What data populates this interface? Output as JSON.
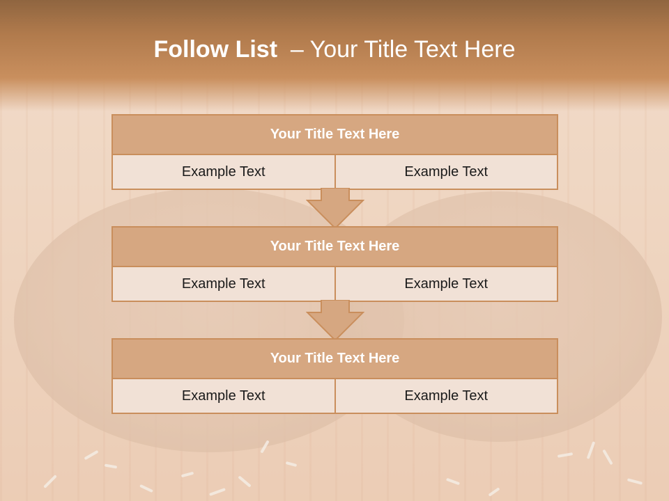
{
  "slide": {
    "title_bold": "Follow List",
    "title_rest": "  – Your Title Text Here"
  },
  "cards": [
    {
      "title": "Your Title Text Here",
      "left_text": "Example Text",
      "right_text": "Example Text"
    },
    {
      "title": "Your Title Text Here",
      "left_text": "Example Text",
      "right_text": "Example Text"
    },
    {
      "title": "Your Title Text Here",
      "left_text": "Example Text",
      "right_text": "Example Text"
    }
  ],
  "colors": {
    "header": "#b07a4c",
    "card_title_fill": "#d6a781",
    "card_body_fill": "#f1e1d6",
    "border": "#c98e5c"
  },
  "icons": [
    "down-arrow-icon"
  ]
}
